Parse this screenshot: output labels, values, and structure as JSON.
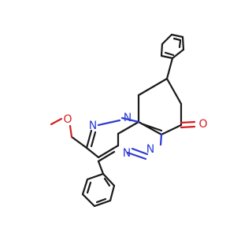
{
  "molecule": {
    "atoms": {
      "n1": "N",
      "n2": "N",
      "n3": "N",
      "n4": "N",
      "o_ketone": "O",
      "o_ether": "O"
    },
    "colors": {
      "bond": "#1a1a1a",
      "nitrogen": "#2b3bd6",
      "oxygen": "#d42020",
      "background": "#ffffff"
    }
  }
}
